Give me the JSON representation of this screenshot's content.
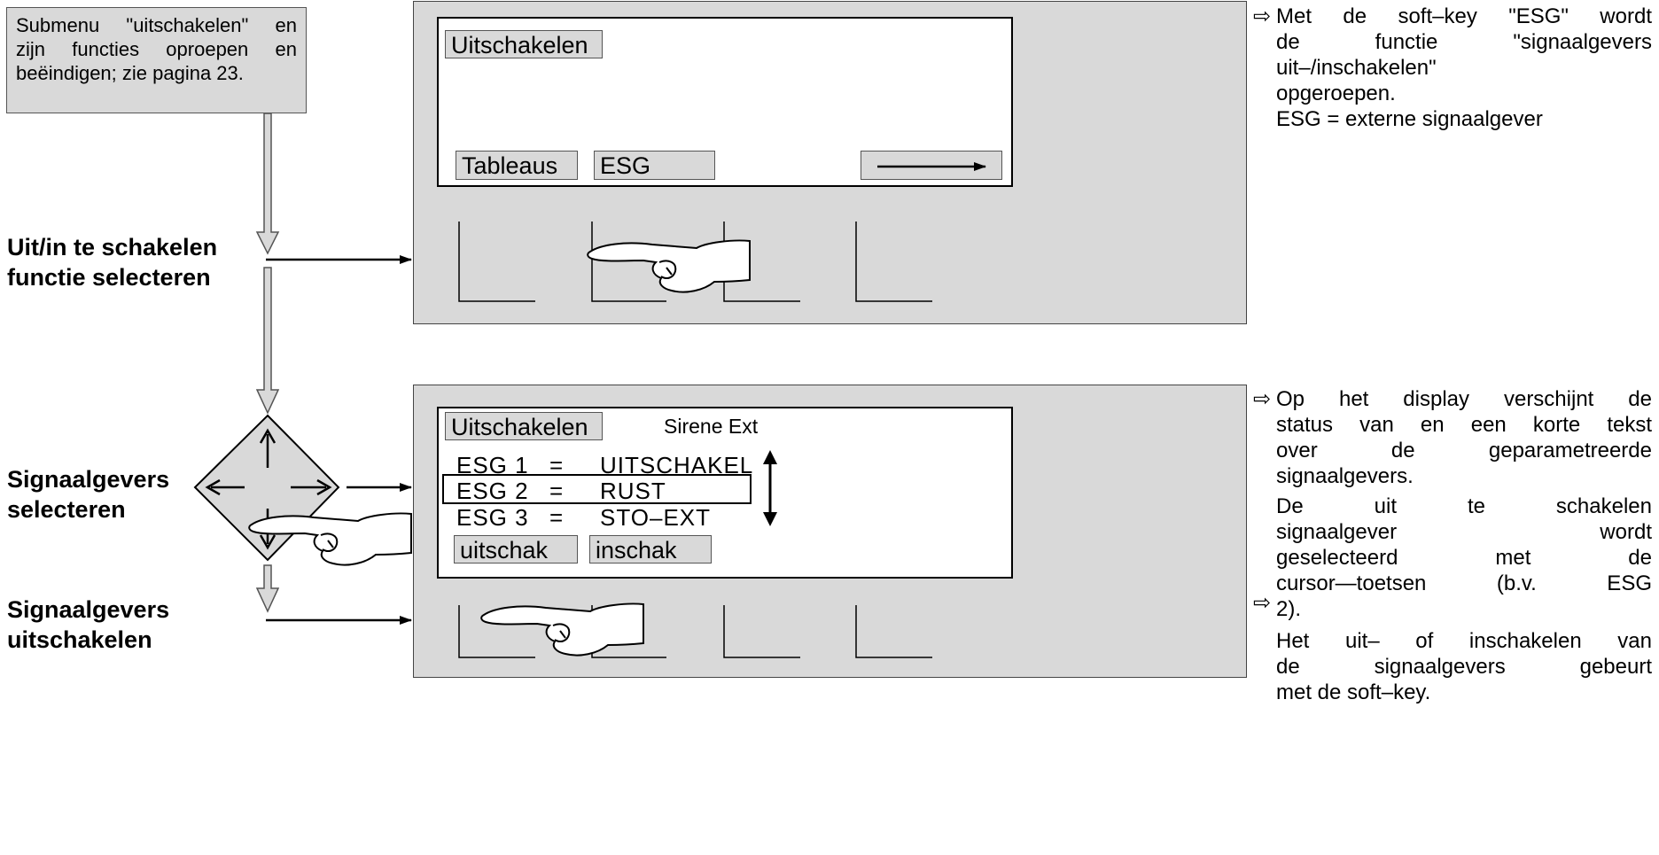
{
  "intro_box": {
    "line1": "Submenu \"uitschakelen\" en",
    "line2": "zijn functies oproepen en",
    "line3": "beëindigen; zie pagina 23."
  },
  "steps": {
    "select_function_l1": "Uit/in te schakelen",
    "select_function_l2": "functie selecteren",
    "select_devices_l1": "Signaalgevers",
    "select_devices_l2": "selecteren",
    "switch_off_l1": "Signaalgevers",
    "switch_off_l2": "uitschakelen"
  },
  "display1": {
    "title": "Uitschakelen",
    "softkey1": "Tableaus",
    "softkey2": "ESG"
  },
  "display2": {
    "title": "Uitschakelen",
    "header_right": "Sirene Ext",
    "rows": [
      {
        "name": "ESG 1",
        "eq": "=",
        "status": "UITSCHAKEL"
      },
      {
        "name": "ESG 2",
        "eq": "=",
        "status": "RUST"
      },
      {
        "name": "ESG 3",
        "eq": "=",
        "status": "STO–EXT"
      }
    ],
    "softkey1": "uitschak",
    "softkey2": "inschak"
  },
  "notes": {
    "n1_l1": "Met de soft–key \"ESG\" wordt",
    "n1_l2": "de functie \"signaalgevers",
    "n1_l3": "uit–/inschakelen\"",
    "n1_l4": "opgeroepen.",
    "n1_l5": "ESG = externe signaalgever",
    "n2_l1": "Op het display verschijnt de",
    "n2_l2": "status van en een korte tekst",
    "n2_l3": "over de geparametreerde",
    "n2_l4": "signaalgevers.",
    "n2_l5": "De uit te schakelen",
    "n2_l6": "signaalgever wordt",
    "n2_l7": "geselecteerd met de",
    "n2_l8": "cursor—toetsen (b.v. ESG",
    "n2_l9": "2).",
    "n2_l10": "Het uit– of inschakelen van",
    "n2_l11": "de signaalgevers gebeurt",
    "n2_l12": "met de soft–key."
  },
  "icons": [
    "arrow-right-outline-icon",
    "pointing-hand-icon",
    "cursor-pad-icon",
    "double-arrow-vertical-icon"
  ]
}
